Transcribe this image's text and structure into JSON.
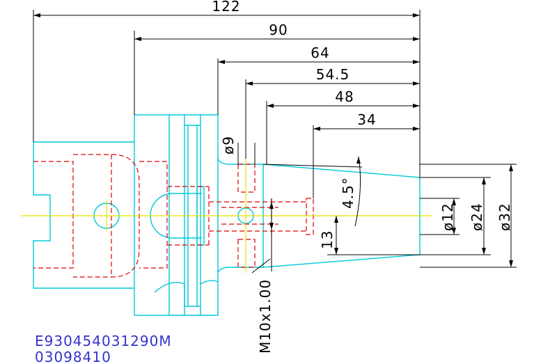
{
  "dimensions": {
    "overall_length": "122",
    "length_90": "90",
    "length_64": "64",
    "length_54_5": "54.5",
    "length_48": "48",
    "length_34": "34",
    "hole_dia_9": "ø9",
    "taper_angle": "4.5°",
    "dia_12": "ø12",
    "dia_24": "ø24",
    "dia_32": "ø32",
    "length_13": "13",
    "thread": "M10x1.00"
  },
  "part_codes": {
    "line1": "E930454031290M",
    "line2": "03098410"
  },
  "colors": {
    "outline": "#00c8d8",
    "hidden": "#e00000",
    "centerline": "#e8e000",
    "dimension": "#000000",
    "part_code": "#3333cc"
  }
}
